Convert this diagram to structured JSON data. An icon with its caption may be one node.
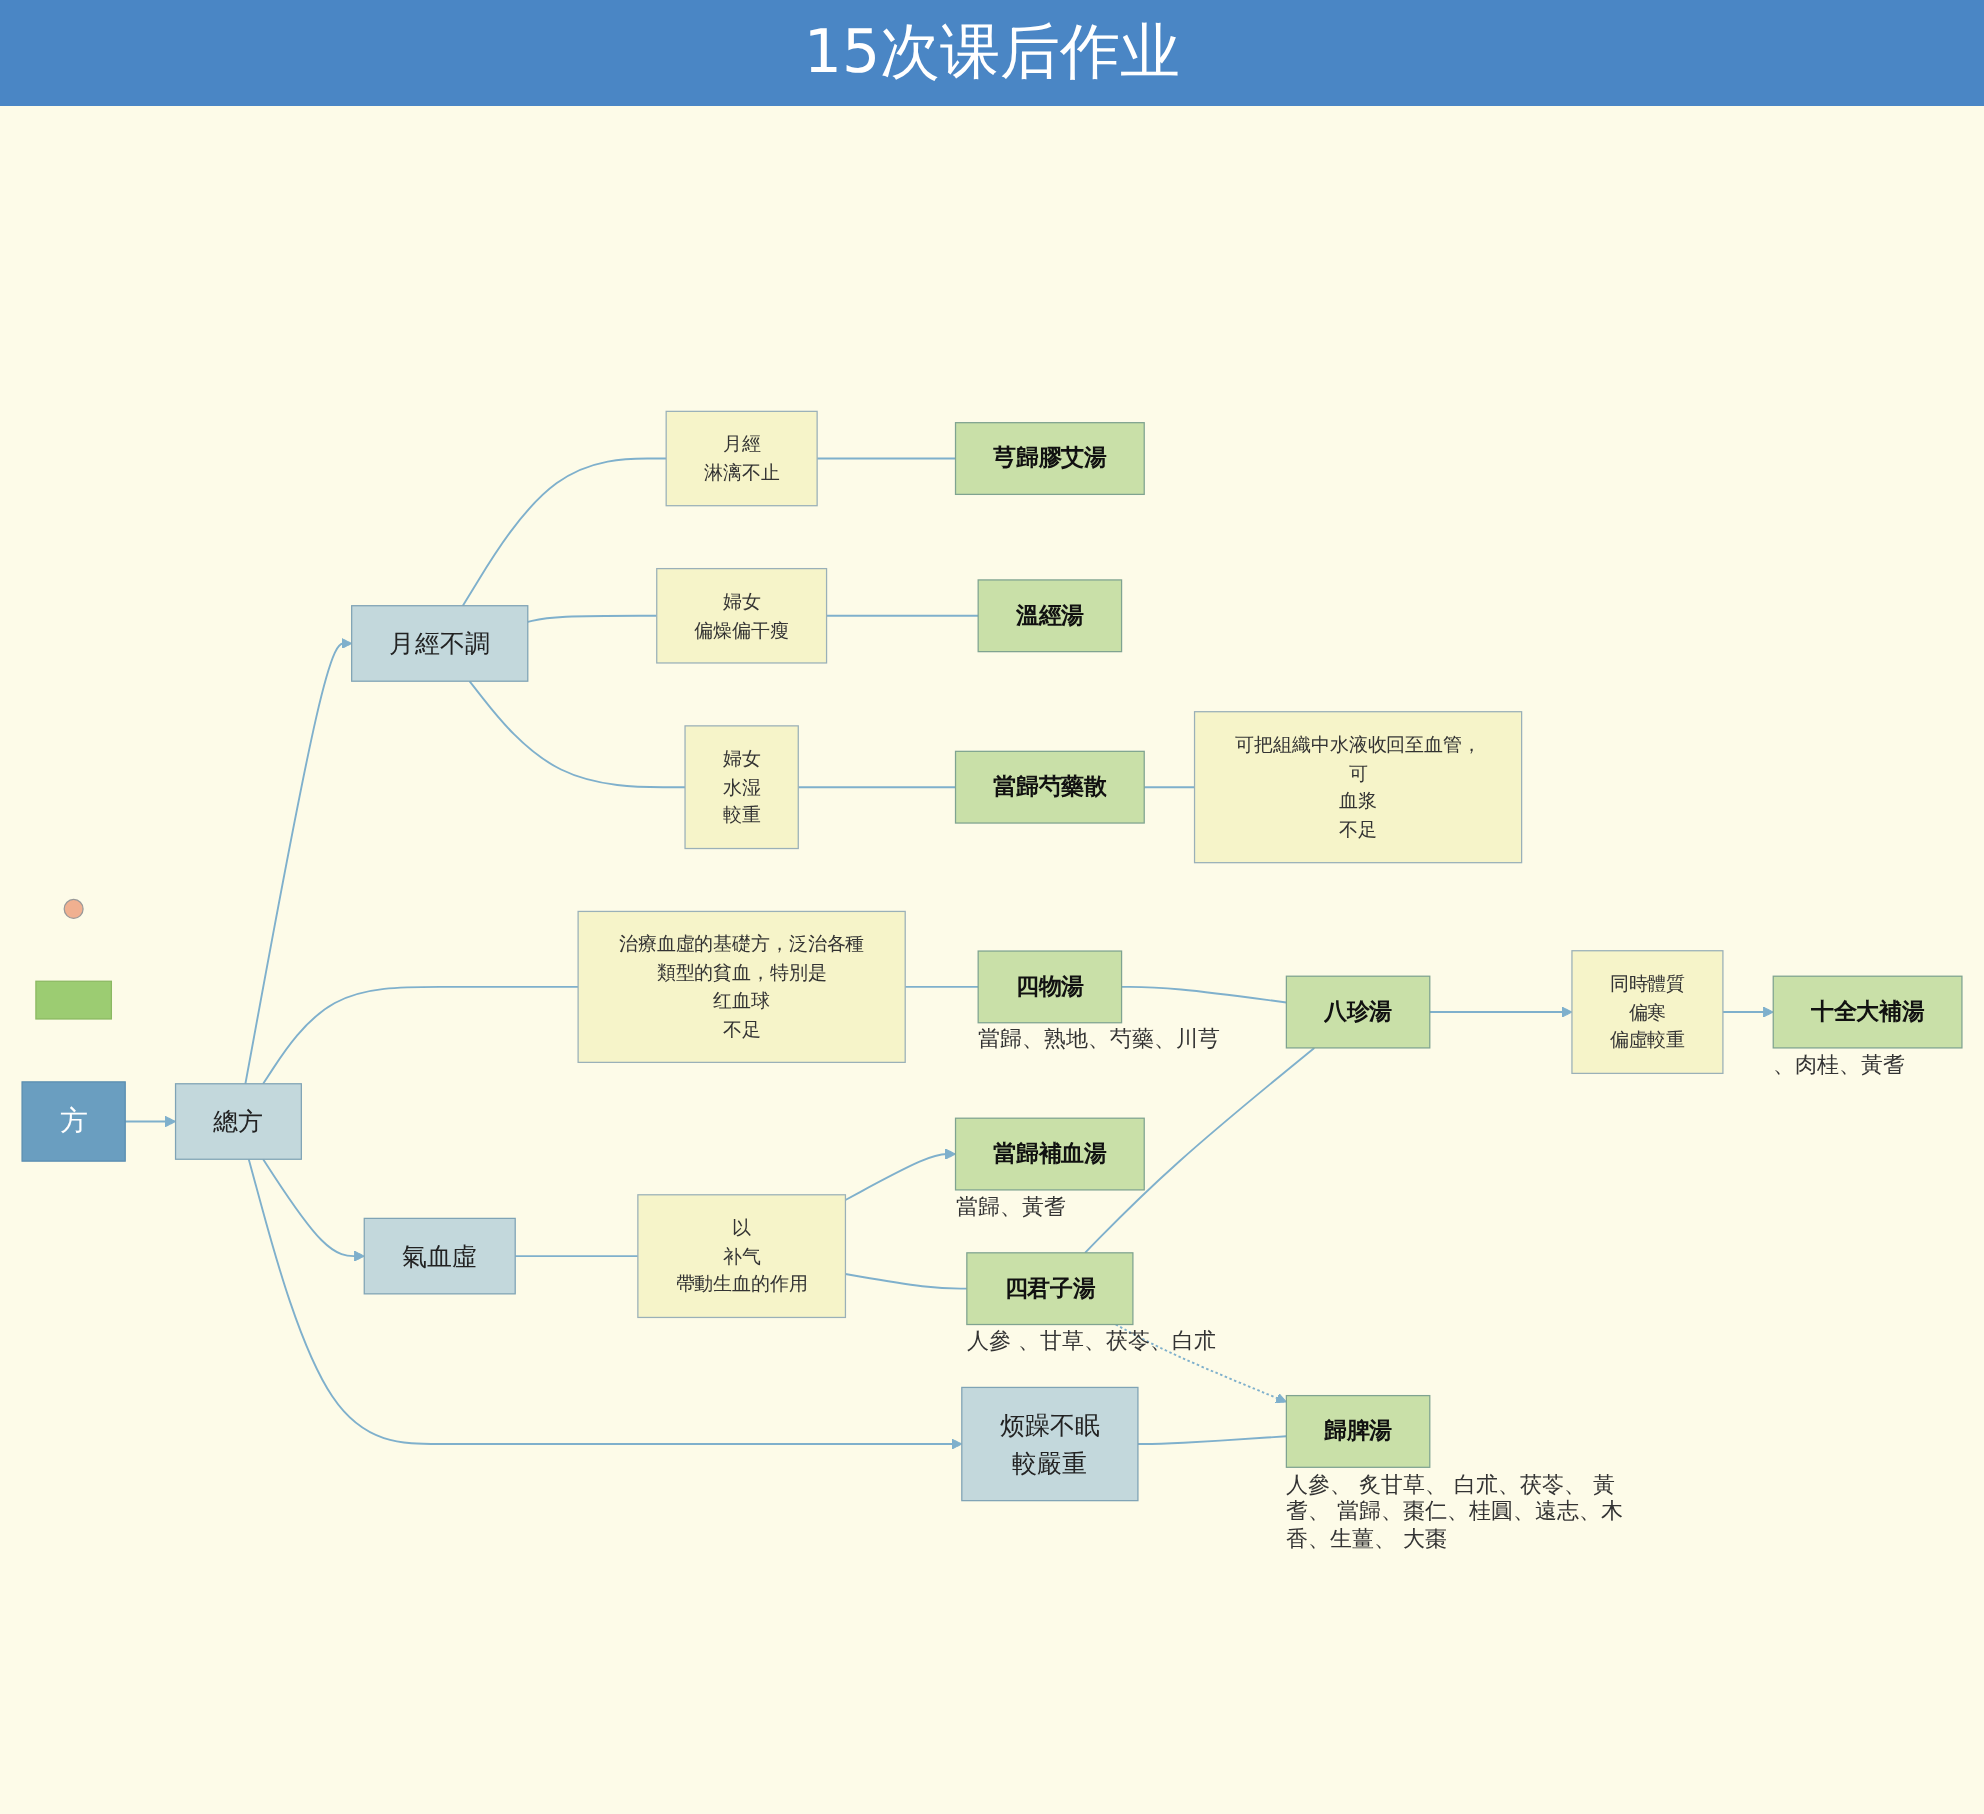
{
  "diagram": {
    "title": "15次课后作业",
    "nodes": [
      {
        "text": [],
        "shape": "circle"
      },
      {
        "text": [],
        "shape": "box"
      },
      {
        "text": [
          "方"
        ]
      },
      {
        "text": [
          "總方"
        ]
      },
      {
        "text": [
          "月經不調"
        ]
      },
      {
        "text": [
          "月經",
          "淋漓不止"
        ]
      },
      {
        "text": [
          "芎歸膠艾湯"
        ]
      },
      {
        "text": [
          "婦女",
          "偏燥偏干瘦"
        ]
      },
      {
        "text": [
          "溫經湯"
        ]
      },
      {
        "text": [
          "婦女",
          "水湿",
          "較重"
        ]
      },
      {
        "text": [
          "當歸芍藥散"
        ]
      },
      {
        "text": [
          "可把組織中水液收回至血管，可",
          "血浆",
          "不足"
        ]
      },
      {
        "text": [
          "治療血虛的基礎方，泛治各種類型的貧血，特別是",
          "红血球",
          "不足"
        ]
      },
      {
        "text": [
          "四物湯"
        ],
        "beside": [
          "當歸、熟地、芍藥、川芎"
        ]
      },
      {
        "text": [
          "當歸補血湯"
        ],
        "beside": [
          "當歸、黃耆"
        ]
      },
      {
        "text": [
          "氣血虛"
        ]
      },
      {
        "text": [
          "以",
          "补气",
          "帶動生血的作用"
        ]
      },
      {
        "text": [
          "四君子湯"
        ],
        "beside": [
          "人參 、甘草、茯苓、白朮"
        ]
      },
      {
        "text": [
          "八珍湯"
        ]
      },
      {
        "text": [
          "同時體質",
          "偏寒",
          "偏虛較重"
        ]
      },
      {
        "text": [
          "十全大補湯"
        ],
        "beside": [
          "、肉桂、黃耆"
        ]
      },
      {
        "text": [
          "烦躁不眠",
          "較嚴重"
        ]
      },
      {
        "text": [
          "歸脾湯"
        ],
        "beside": [
          "人參、 炙甘草、 白朮、茯苓、 黃耆、 當歸、棗仁、桂圓、遠志、木香、生薑、 大棗"
        ]
      }
    ],
    "edges": [
      {
        "from": 2,
        "to": 3,
        "arrow": "to"
      },
      {
        "from": 3,
        "to": 4,
        "arrow": "to"
      },
      {
        "from": 3,
        "to": 15,
        "arrow": "to"
      },
      {
        "from": 3,
        "to": 21,
        "arrow": "to"
      },
      {
        "from": 4,
        "to": 5,
        "arrow": "none"
      },
      {
        "from": 4,
        "to": 7,
        "arrow": "none"
      },
      {
        "from": 4,
        "to": 9,
        "arrow": "none"
      },
      {
        "from": 5,
        "to": 6,
        "arrow": "none"
      },
      {
        "from": 7,
        "to": 8,
        "arrow": "none"
      },
      {
        "from": 9,
        "to": 10,
        "arrow": "none"
      },
      {
        "from": 10,
        "to": 11,
        "arrow": "none"
      },
      {
        "from": 3,
        "to": 12,
        "arrow": "none"
      },
      {
        "from": 12,
        "to": 13,
        "arrow": "none"
      },
      {
        "from": 15,
        "to": 16,
        "arrow": "none"
      },
      {
        "from": 16,
        "to": 14,
        "arrow": "to"
      },
      {
        "from": 16,
        "to": 17,
        "arrow": "none"
      },
      {
        "from": 13,
        "to": 18,
        "arrow": "none"
      },
      {
        "from": 17,
        "to": 18,
        "arrow": "none"
      },
      {
        "from": 18,
        "to": 19,
        "arrow": "to"
      },
      {
        "from": 19,
        "to": 20,
        "arrow": "to"
      },
      {
        "from": 17,
        "to": 22,
        "arrow": "to",
        "style": "dashed"
      },
      {
        "from": 21,
        "to": 22,
        "arrow": "none"
      }
    ]
  }
}
